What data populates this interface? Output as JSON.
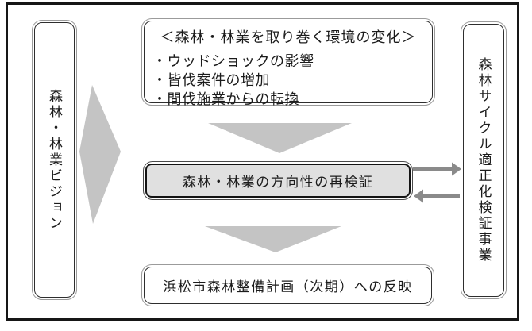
{
  "figure": {
    "kind": "flow-diagram",
    "language": "ja"
  },
  "left_panel": {
    "label": "森林・林業ビジョン"
  },
  "right_panel": {
    "label": "森林サイクル適正化検証事業"
  },
  "env_box": {
    "title": "＜森林・林業を取り巻く環境の変化＞",
    "items": [
      "・ウッドショックの影響",
      "・皆伐案件の増加",
      "・間伐施業からの転換"
    ]
  },
  "center_box": {
    "label": "森林・林業の方向性の再検証"
  },
  "bottom_box": {
    "label": "浜松市森林整備計画（次期）への反映"
  },
  "icons": {
    "left_flow_arrow": "right-chevron-arrow",
    "down_arrow_1": "down-triangle-arrow",
    "down_arrow_2": "down-triangle-arrow",
    "to_right_panel": "right-arrow",
    "from_right_panel": "left-arrow"
  },
  "colors": {
    "block_arrow_gray": "#c4c4c4",
    "connector_gray": "#8a8a8a",
    "center_box_fill": "#e0e0e0",
    "box_border_dark": "#2e2e2e",
    "box_border_light": "#9b9b9b",
    "frame_black": "#161616"
  }
}
